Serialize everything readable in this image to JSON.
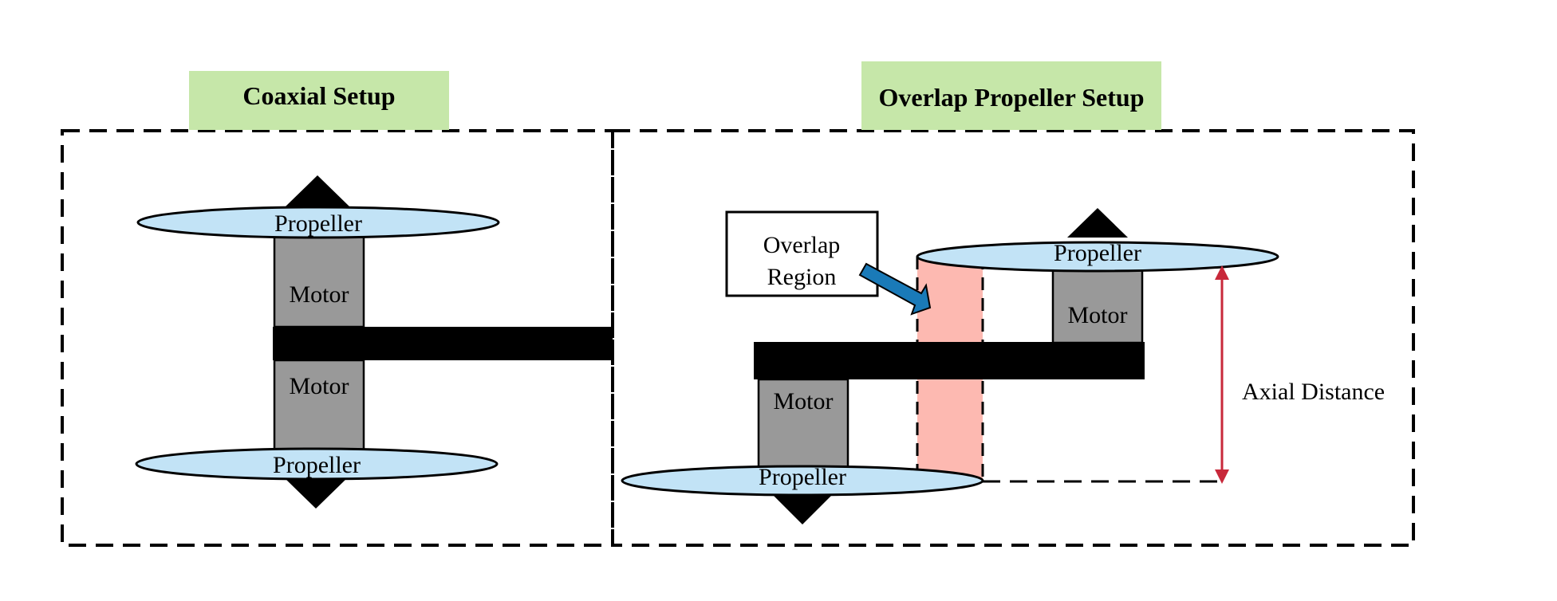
{
  "coaxial": {
    "title": "Coaxial Setup",
    "top_propeller": "Propeller",
    "top_motor": "Motor",
    "bottom_motor": "Motor",
    "bottom_propeller": "Propeller"
  },
  "overlap": {
    "title": "Overlap Propeller Setup",
    "callout_line1": "Overlap",
    "callout_line2": "Region",
    "upper_propeller": "Propeller",
    "upper_motor": "Motor",
    "lower_motor": "Motor",
    "lower_propeller": "Propeller",
    "axial_distance_label": "Axial Distance"
  },
  "colors": {
    "title_bg": "#c6e7a9",
    "propeller_fill": "#c2e3f6",
    "motor_fill": "#999999",
    "overlap_fill": "#fdb9b1",
    "callout_arrow": "#1a7ab8",
    "axial_arrow": "#c8283a"
  }
}
